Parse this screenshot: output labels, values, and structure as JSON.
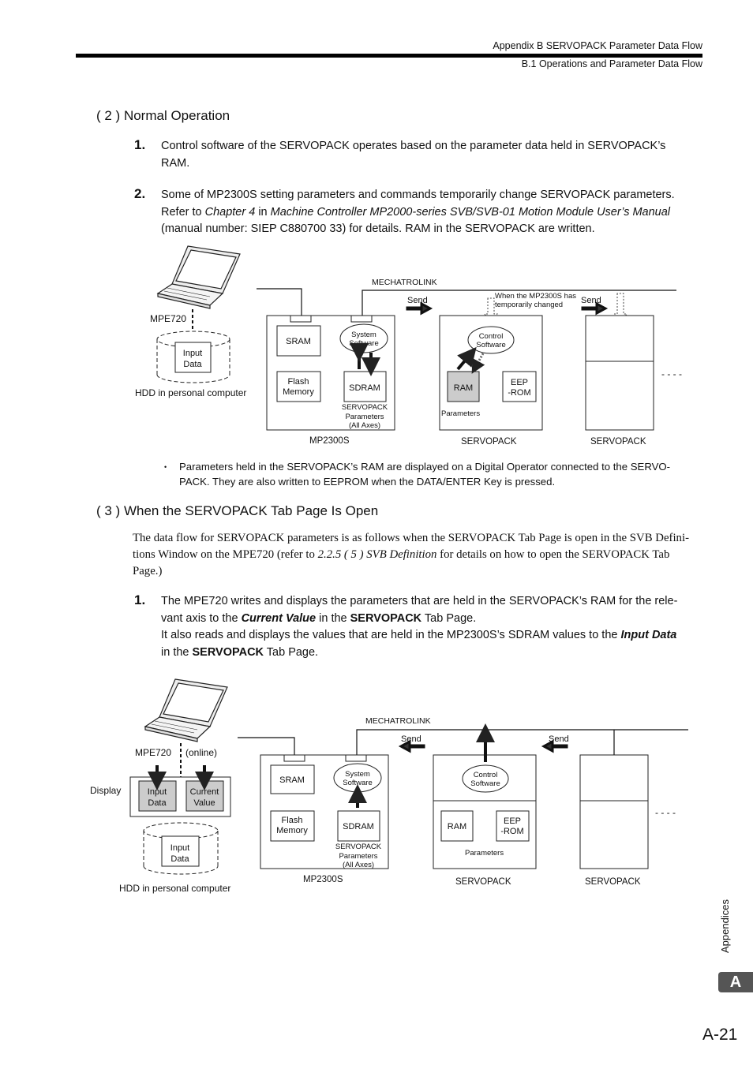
{
  "header": {
    "line1": "Appendix B  SERVOPACK Parameter Data Flow",
    "line2": "B.1  Operations and Parameter Data Flow"
  },
  "sec2": {
    "title": "( 2 )  Normal Operation",
    "items": [
      {
        "num": "1.",
        "lines": [
          "Control software of the SERVOPACK operates based on the parameter data held in SERVOPACK’s",
          "RAM."
        ]
      },
      {
        "num": "2.",
        "line1": "Some of MP2300S setting parameters and commands temporarily change SERVOPACK parameters.",
        "l2a": "Refer to ",
        "l2b": "Chapter 4",
        "l2c": " in ",
        "l2d": "Machine Controller MP2000-series SVB/SVB-01 Motion Module User’s Manual",
        "line3": "(manual number: SIEP C880700 33) for details. RAM in the SERVOPACK are written."
      }
    ]
  },
  "diagram1": {
    "mpe720": "MPE720",
    "input_data": [
      "Input",
      "Data"
    ],
    "hdd": "HDD in personal computer",
    "mechatrolink": "MECHATROLINK",
    "send1": "Send",
    "send2": "Send",
    "note": [
      "When the MP2300S has",
      "temporarily changed"
    ],
    "sram": "SRAM",
    "system_software": [
      "System",
      "Software"
    ],
    "flash": [
      "Flash",
      "Memory"
    ],
    "sdram": "SDRAM",
    "servopack_params": [
      "SERVOPACK",
      "Parameters",
      "(All Axes)"
    ],
    "mp2300s": "MP2300S",
    "control_software": [
      "Control",
      "Software"
    ],
    "ram": "RAM",
    "eeprom": [
      "EEP",
      "-ROM"
    ],
    "parameters": "Parameters",
    "servopack1": "SERVOPACK",
    "servopack2": "SERVOPACK",
    "dashes": "- - - -"
  },
  "bullet": {
    "mark": "•",
    "lines": [
      "Parameters held in the SERVOPACK’s RAM are displayed on a Digital Operator connected to the SERVO-",
      "PACK. They are also written to EEPROM when the DATA/ENTER Key is pressed."
    ]
  },
  "sec3": {
    "title": "( 3 )  When the SERVOPACK Tab Page Is Open",
    "para1": "The data flow for SERVOPACK parameters is as follows when the SERVOPACK Tab Page is open in the SVB Defini-",
    "para2a": "tions Window on the MPE720 (refer to ",
    "para2b": "2.2.5 ( 5 ) SVB Definition",
    "para2c": " for details on how to open the SERVOPACK Tab",
    "para3": "Page.)",
    "num": "1.",
    "l1": "The MPE720 writes and displays the parameters that are held in the SERVOPACK’s RAM for the rele-",
    "l2a": "vant axis to the ",
    "l2b": "Current Value",
    "l2c": " in the ",
    "l2d": "SERVOPACK",
    "l2e": " Tab Page.",
    "l3a": "It also reads and displays the values that are held in the MP2300S’s SDRAM values to the ",
    "l3b": "Input Data",
    "l4a": "in the ",
    "l4b": "SERVOPACK",
    "l4c": " Tab Page."
  },
  "diagram2": {
    "mpe720": "MPE720",
    "online": "(online)",
    "display": "Display",
    "input_data": [
      "Input",
      "Data"
    ],
    "current_value": [
      "Current",
      "Value"
    ],
    "hdd_input": [
      "Input",
      "Data"
    ],
    "hdd": "HDD in personal computer",
    "mechatrolink": "MECHATROLINK",
    "send1": "Send",
    "send2": "Send",
    "sram": "SRAM",
    "system_software": [
      "System",
      "Software"
    ],
    "flash": [
      "Flash",
      "Memory"
    ],
    "sdram": "SDRAM",
    "servopack_params": [
      "SERVOPACK",
      "Parameters",
      "(All Axes)"
    ],
    "mp2300s": "MP2300S",
    "control_software": [
      "Control",
      "Software"
    ],
    "ram": "RAM",
    "eeprom": [
      "EEP",
      "-ROM"
    ],
    "parameters": "Parameters",
    "servopack1": "SERVOPACK",
    "servopack2": "SERVOPACK",
    "dashes": "- - - -"
  },
  "side": {
    "label": "Appendices",
    "tab": "A"
  },
  "page_number": "A-21"
}
